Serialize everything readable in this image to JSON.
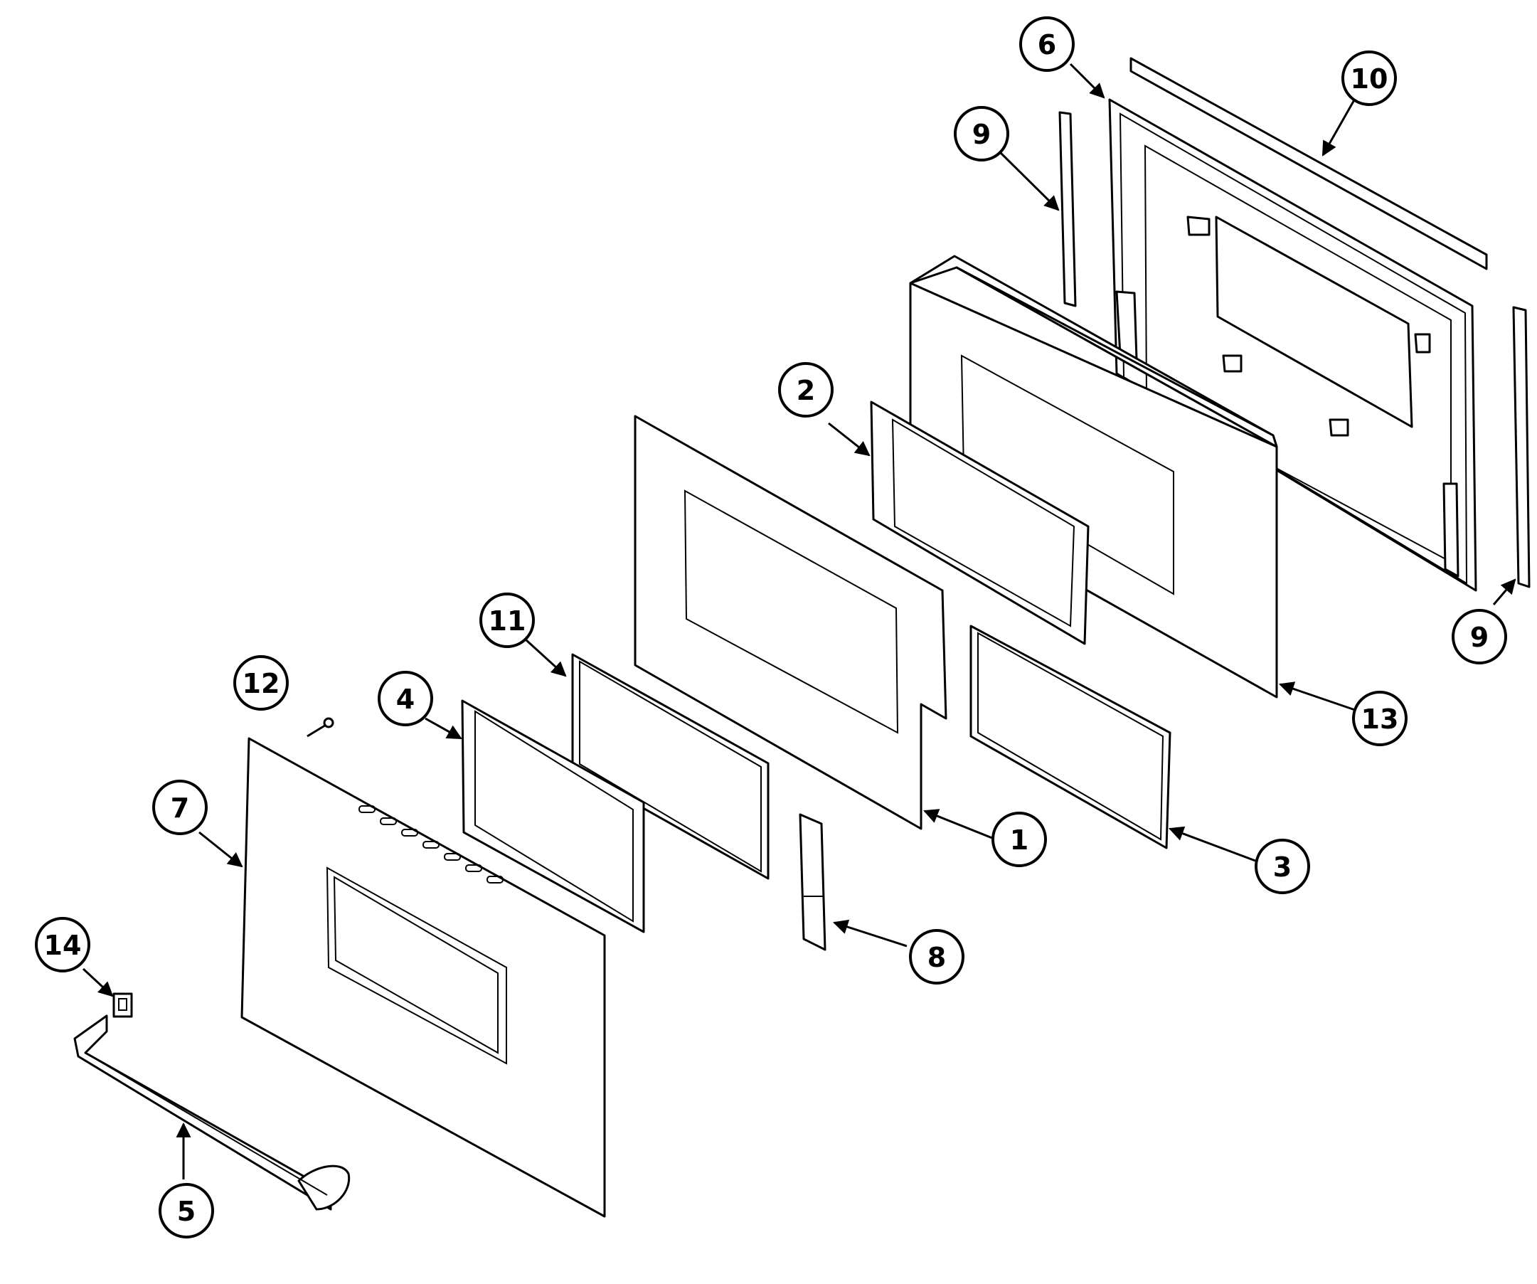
{
  "callouts": [
    {
      "id": "c1",
      "label": "1"
    },
    {
      "id": "c2",
      "label": "2"
    },
    {
      "id": "c3",
      "label": "3"
    },
    {
      "id": "c4",
      "label": "4"
    },
    {
      "id": "c5",
      "label": "5"
    },
    {
      "id": "c6",
      "label": "6"
    },
    {
      "id": "c7",
      "label": "7"
    },
    {
      "id": "c8",
      "label": "8"
    },
    {
      "id": "c9a",
      "label": "9"
    },
    {
      "id": "c9b",
      "label": "9"
    },
    {
      "id": "c10",
      "label": "10"
    },
    {
      "id": "c11",
      "label": "11"
    },
    {
      "id": "c12",
      "label": "12"
    },
    {
      "id": "c13",
      "label": "13"
    },
    {
      "id": "c14",
      "label": "14"
    }
  ],
  "colors": {
    "line": "#000000",
    "background": "#ffffff"
  }
}
